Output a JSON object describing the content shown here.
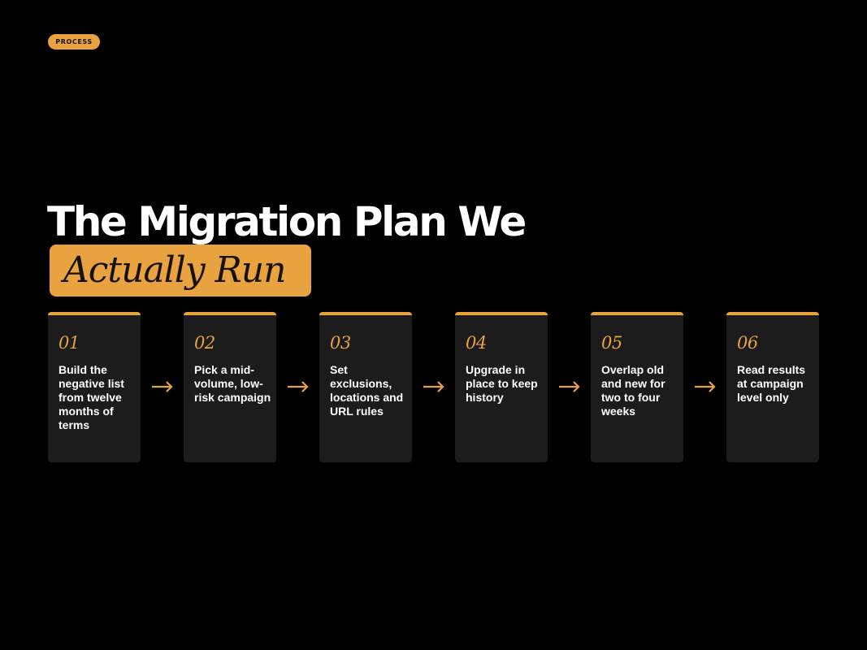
{
  "badge": {
    "label": "PROCESS"
  },
  "title": {
    "line1": "The Migration Plan We",
    "line2": "Actually Run"
  },
  "colors": {
    "accent": "#E8A23F",
    "background": "#000000",
    "card": "#1c1c1c",
    "text": "#ffffff"
  },
  "steps": [
    {
      "number": "01",
      "text": "Build the negative list from twelve months of terms"
    },
    {
      "number": "02",
      "text": "Pick a mid-volume, low-risk campaign"
    },
    {
      "number": "03",
      "text": "Set exclusions, locations and URL rules"
    },
    {
      "number": "04",
      "text": "Upgrade in place to keep history"
    },
    {
      "number": "05",
      "text": "Overlap old and new for two to four weeks"
    },
    {
      "number": "06",
      "text": "Read results at campaign level only"
    }
  ],
  "connector_icon": "arrow-right-icon"
}
